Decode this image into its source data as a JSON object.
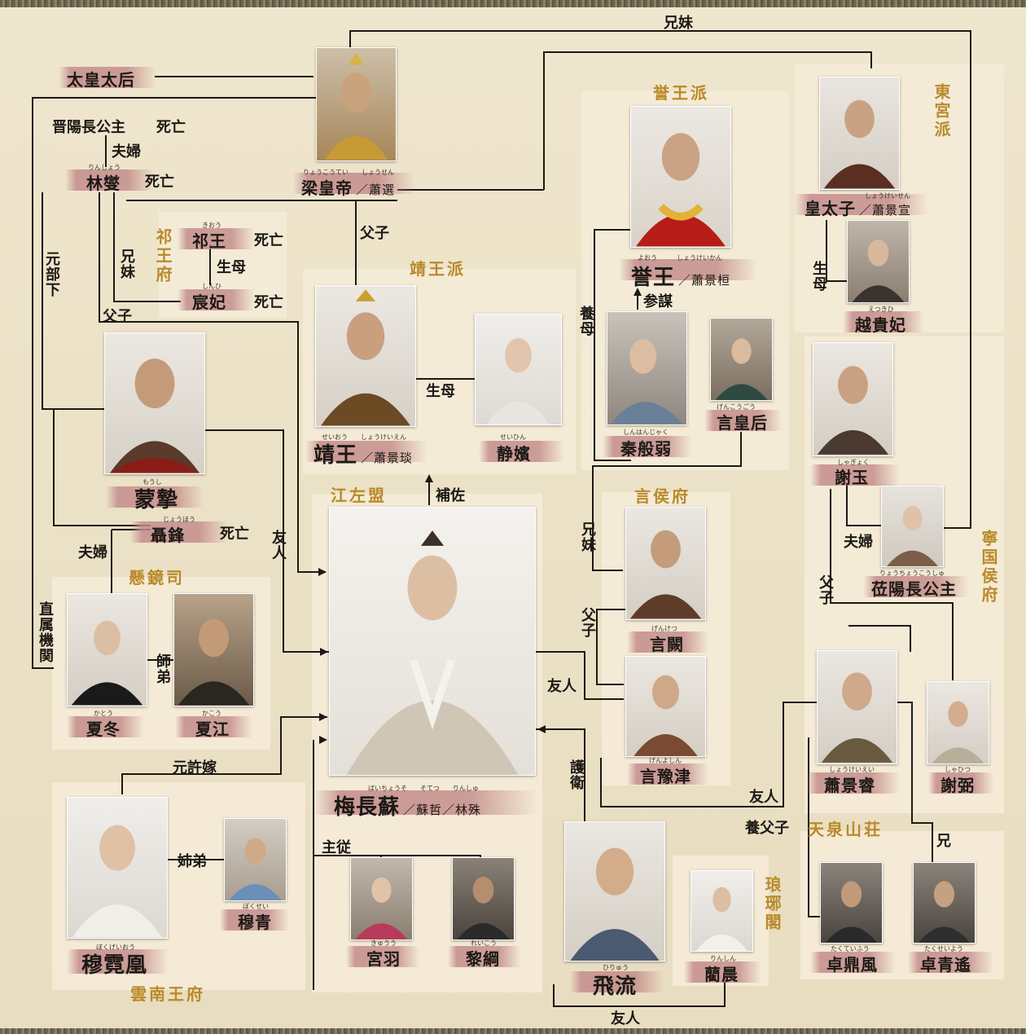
{
  "factions": {
    "yuwang": "誉王派",
    "dongong": "東宮派",
    "qiwang": "祁王府",
    "jingwang": "靖王派",
    "jiangzuo": "江左盟",
    "yanhou": "言侯府",
    "ningguo": "寧国侯府",
    "xuanjing": "懸鏡司",
    "yunnan": "雲南王府",
    "tianquan": "天泉山荘",
    "langya": "琅琊閣"
  },
  "people": {
    "emperor": {
      "ruby": "りょうこうてい　　しょうせん",
      "name": "梁皇帝",
      "sub": "／蕭選"
    },
    "yuwang": {
      "ruby": "よおう　　　しょうけいかん",
      "name": "誉王",
      "sub": "／蕭景桓"
    },
    "prince": {
      "ruby": "しょうけいせん",
      "name": "皇太子",
      "sub": "／蕭景宣"
    },
    "yuefei": {
      "ruby": "えつきひ",
      "name": "越貴妃"
    },
    "linxie": {
      "ruby": "りんしょう",
      "name": "林燮"
    },
    "qiwang": {
      "ruby": "きおう",
      "name": "祁王"
    },
    "chenfei": {
      "ruby": "しんひ",
      "name": "宸妃"
    },
    "jingwang": {
      "ruby": "せいおう　　しょうけいえん",
      "name": "靖王",
      "sub": "／蕭景琰"
    },
    "jingpin": {
      "ruby": "せいひん",
      "name": "静嬪"
    },
    "qin": {
      "ruby": "しんはんじゃく",
      "name": "秦般弱"
    },
    "yanhuanghou": {
      "ruby": "げんこうごう",
      "name": "言皇后"
    },
    "xiewang": {
      "ruby": "しゃぎょく",
      "name": "謝玉"
    },
    "liyang": {
      "ruby": "りょうちょうこうしゅ",
      "name": "莅陽長公主"
    },
    "mengzhi": {
      "ruby": "もうし",
      "name": "蒙摯"
    },
    "niefeng": {
      "ruby": "じょうほう",
      "name": "聶鋒"
    },
    "meichangsu": {
      "ruby": "ばいちょうそ　　そてつ　　りんしゅ",
      "name": "梅長蘇",
      "sub": "／蘇哲／林殊"
    },
    "yanque": {
      "ruby": "げんけつ",
      "name": "言闕"
    },
    "yanyujin": {
      "ruby": "げんよしん",
      "name": "言豫津"
    },
    "xiaojingrui": {
      "ruby": "しょうけいえい",
      "name": "蕭景睿"
    },
    "xiebi": {
      "ruby": "しゃひつ",
      "name": "謝弼"
    },
    "xiadong": {
      "ruby": "かとう",
      "name": "夏冬"
    },
    "xiajiang": {
      "ruby": "かこう",
      "name": "夏江"
    },
    "nihuang": {
      "ruby": "ぼくげいおう",
      "name": "穆霓凰"
    },
    "muqing": {
      "ruby": "ぼくせい",
      "name": "穆青"
    },
    "gongyu": {
      "ruby": "きゅうう",
      "name": "宮羽"
    },
    "ligang": {
      "ruby": "れいこう",
      "name": "黎綱"
    },
    "feiliu": {
      "ruby": "ひりゅう",
      "name": "飛流"
    },
    "linchen": {
      "ruby": "りんしん",
      "name": "藺晨"
    },
    "zhuodingfeng": {
      "ruby": "たくていふう",
      "name": "卓鼎風"
    },
    "zhuoqingyao": {
      "ruby": "たくせいよう",
      "name": "卓青遙"
    }
  },
  "labels": {
    "taihuang": "太皇太后",
    "jinyang": "晋陽長公主",
    "shibou": "死亡",
    "fuufu": "夫婦",
    "xiongmei": "兄妹",
    "fuzi": "父子",
    "shengmu": "生母",
    "canmou": "参謀",
    "yangmu": "養母",
    "buzuo": "補佐",
    "youren": "友人",
    "yuanbuxia": "元部下",
    "shidi": "師弟",
    "zhishu": "直属機関",
    "yuanxujia": "元許嫁",
    "zidi": "姉弟",
    "zhucong": "主従",
    "huwei": "護衛",
    "yangfuzi": "養父子",
    "xiong": "兄"
  },
  "colors": {
    "line": "#1c1915",
    "faction": "#b98a2a",
    "brush": "#c48c8c"
  }
}
